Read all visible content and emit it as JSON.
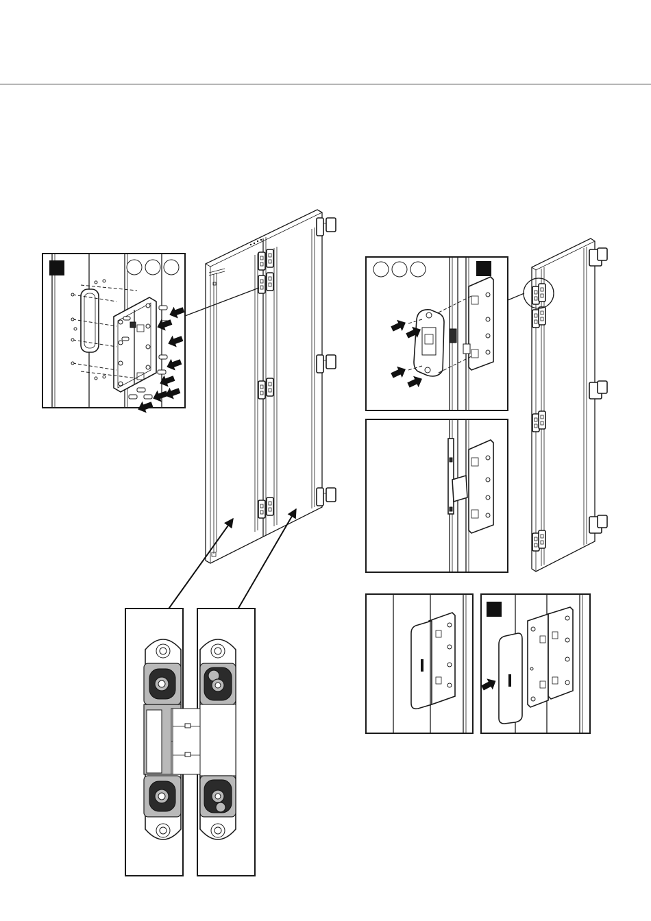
{
  "colors": {
    "line": "#1a1a1a",
    "fill_grey": "#b9b9b9",
    "marker": "#111111",
    "rule": "#8a8a8a"
  },
  "icons": [
    "square-step-marker",
    "circle-option",
    "push-arrow",
    "hinge-body",
    "door-leaf"
  ]
}
